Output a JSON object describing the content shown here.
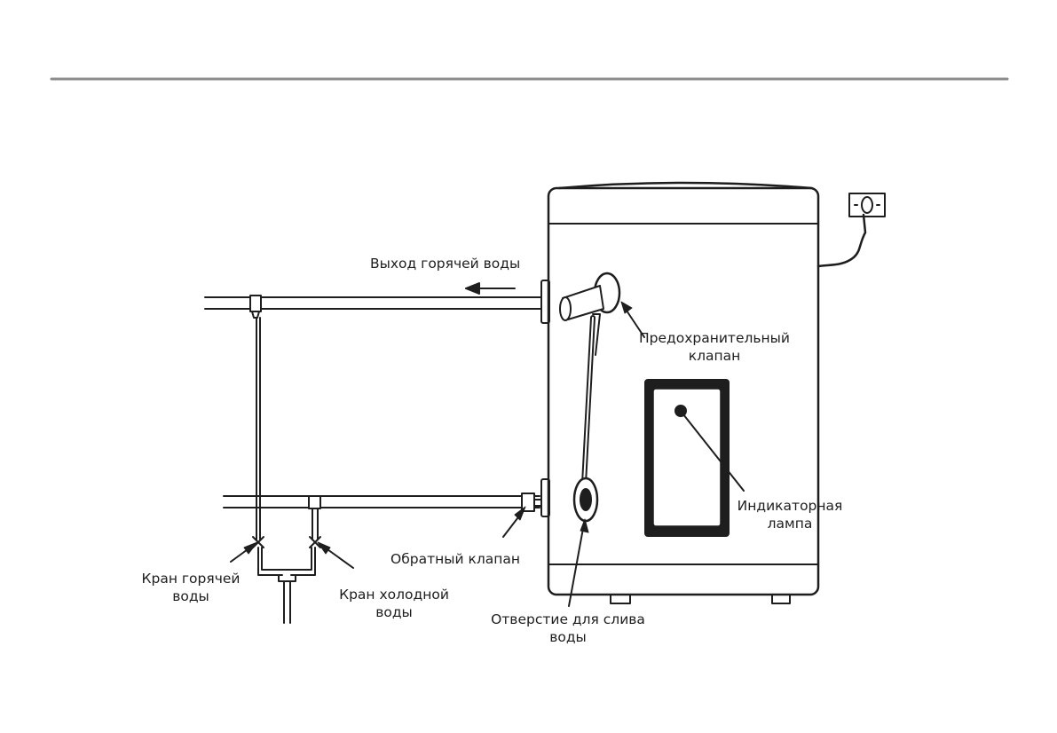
{
  "labels": {
    "hot_water_outlet": "Выход горячей воды",
    "safety_valve_line1": "Предохранительный",
    "safety_valve_line2": "клапан",
    "indicator_lamp_line1": "Индикаторная",
    "indicator_lamp_line2": "лампа",
    "check_valve": "Обратный клапан",
    "hot_water_tap_line1": "Кран горячей",
    "hot_water_tap_line2": "воды",
    "cold_water_tap_line1": "Кран холодной",
    "cold_water_tap_line2": "воды",
    "drain_hole_line1": "Отверстие для слива",
    "drain_hole_line2": "воды"
  },
  "colors": {
    "line": "#1e1e1e",
    "rule": "#8c8c8c",
    "background": "#ffffff"
  }
}
